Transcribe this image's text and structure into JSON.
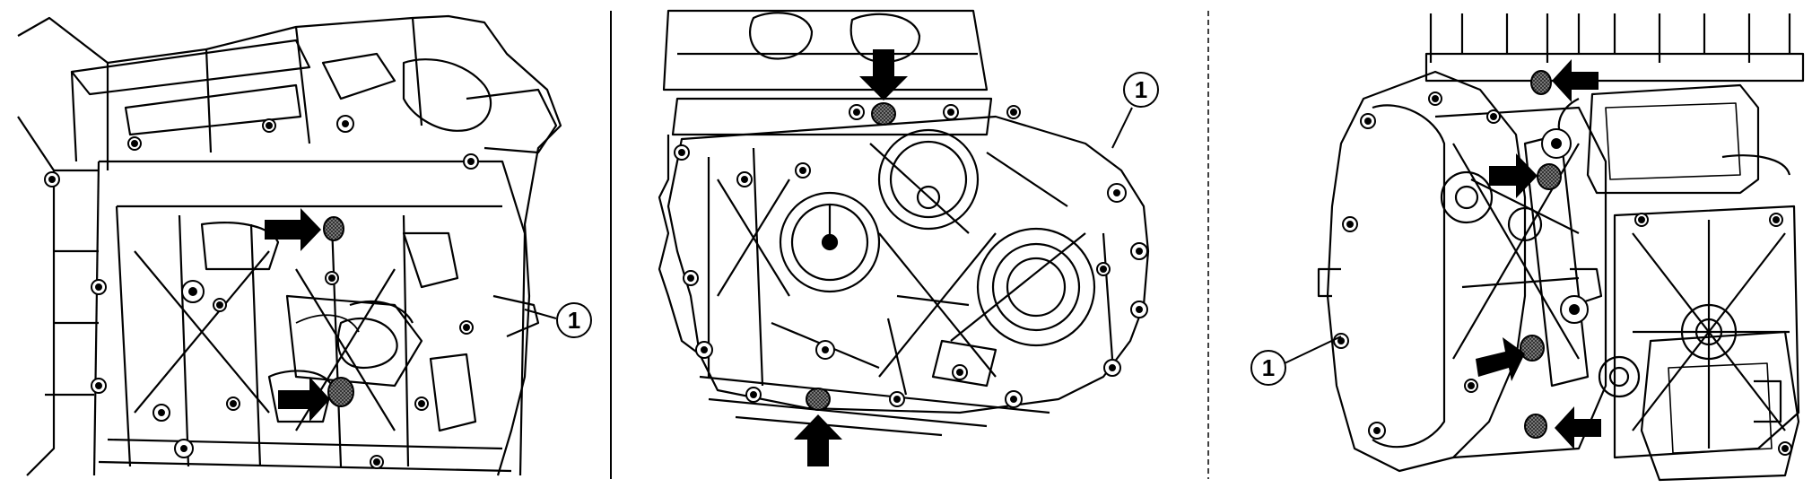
{
  "figure": {
    "panels": [
      {
        "id": "left",
        "callout": "1",
        "marker_count": 2
      },
      {
        "id": "center",
        "callout": "1",
        "marker_count": 2
      },
      {
        "id": "right",
        "callout": "1",
        "marker_count": 4
      }
    ],
    "colors": {
      "line": "#000000",
      "background": "#ffffff",
      "marker_fill": "#000000",
      "seal_fill": "#6b6b6b"
    }
  }
}
